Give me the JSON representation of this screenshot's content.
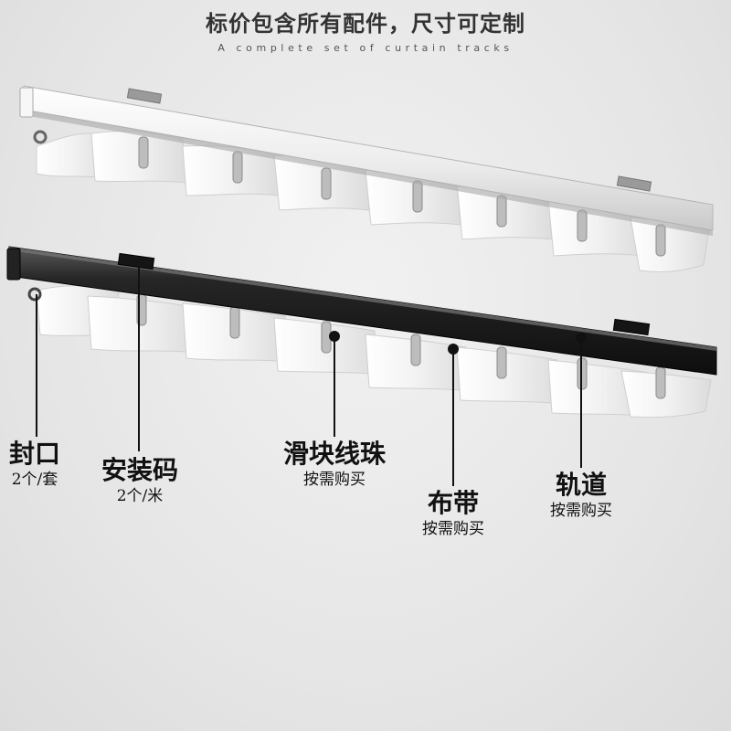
{
  "header": {
    "title": "标价包含所有配件，尺寸可定制",
    "subtitle": "A complete set of curtain tracks"
  },
  "colors": {
    "white_track": "#f4f4f4",
    "black_track": "#1a1a1a",
    "fabric": "#fbfbfb",
    "background": "#e9e9e9"
  },
  "callouts": [
    {
      "id": "end-cap",
      "label": "封口",
      "sublabel": "2个/套"
    },
    {
      "id": "mounting-bracket",
      "label": "安装码",
      "sublabel": "2个/米"
    },
    {
      "id": "glider-bead",
      "label": "滑块线珠",
      "sublabel": "按需购买"
    },
    {
      "id": "tape",
      "label": "布带",
      "sublabel": "按需购买"
    },
    {
      "id": "track",
      "label": "轨道",
      "sublabel": "按需购买"
    }
  ]
}
